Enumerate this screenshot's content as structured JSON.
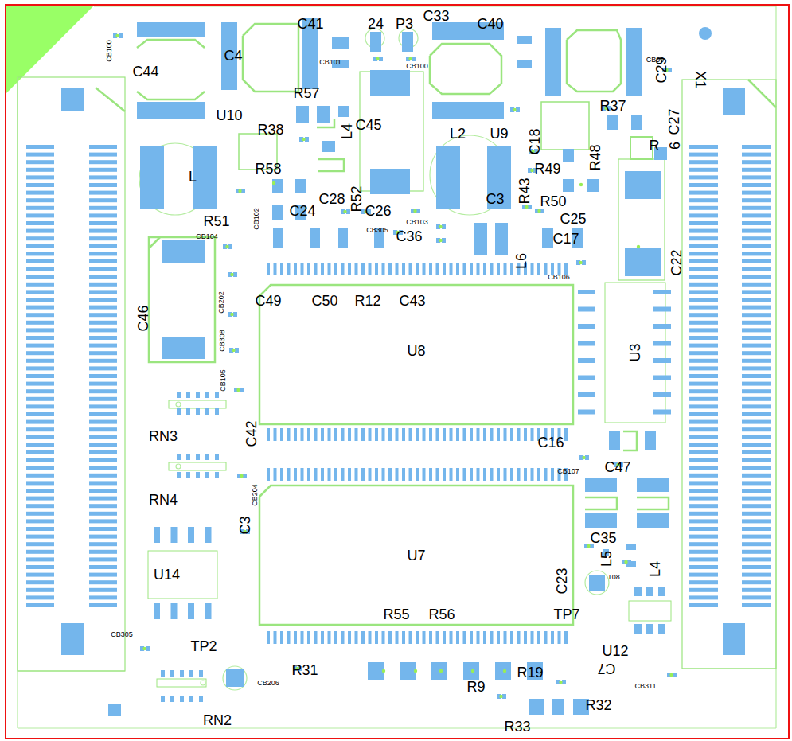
{
  "diagram": {
    "nodes": [
      {
        "text": [
          "U8"
        ]
      },
      {
        "text": [
          "U3"
        ]
      },
      {
        "text": [
          "U14"
        ]
      },
      {
        "text": [
          "U7"
        ]
      }
    ],
    "labels": [
      "C41",
      "24",
      "P3",
      "C33",
      "C40",
      "CB100",
      "CB101",
      "CB100",
      "CB99",
      "C44",
      "C4",
      "C29",
      "X1",
      "U10",
      "R57",
      "C45",
      "L4",
      "R38",
      "R58",
      "L",
      "L2",
      "U9",
      "C18",
      "R37",
      "R",
      "C27",
      "6",
      "R48",
      "R49",
      "R43",
      "R50",
      "C25",
      "C17",
      "L6",
      "C22",
      "C28",
      "R52",
      "C26",
      "C24",
      "C36",
      "C3",
      "R51",
      "CB102",
      "CB104",
      "CB103",
      "CB305",
      "CB106",
      "C46",
      "CB202",
      "CB308",
      "CB105",
      "C49",
      "C50",
      "R12",
      "C43",
      "RN3",
      "C42",
      "C16",
      "C47",
      "CB107",
      "RN4",
      "CB204",
      "C3",
      "C35",
      "L5",
      "T08",
      "L4",
      "C23",
      "R55",
      "R56",
      "TP7",
      "CB305",
      "TP2",
      "U12",
      "C7",
      "R31",
      "R19",
      "CB206",
      "R9",
      "CB311",
      "R32",
      "RN2",
      "R33"
    ]
  }
}
